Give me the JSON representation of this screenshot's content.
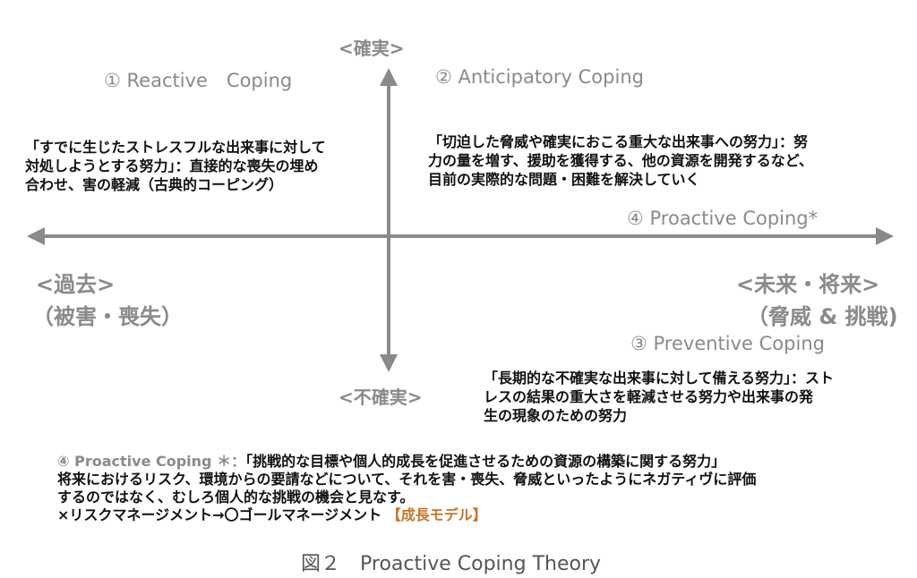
{
  "axes": {
    "top": "<確実>",
    "bottom": "<不確実>",
    "left_1": "<過去>",
    "left_2": "（被害・喪失）",
    "right_1": "<未来・将来>",
    "right_2": "（脅威 & 挑戦)"
  },
  "quadrants": {
    "q1": {
      "title": "① Reactive　Coping",
      "lines": [
        "「すでに生じたストレスフルな出来事に対して",
        "対処しようとする努力」：直接的な喪失の埋め",
        "合わせ、害の軽減（古典的コーピング）"
      ]
    },
    "q2": {
      "title": "② Anticipatory Coping",
      "lines": [
        "「切迫した脅威や確実におこる重大な出来事への努力」：努",
        "力の量を増す、援助を獲得する、他の資源を開発するなど、",
        "目前の実際的な問題・困難を解決していく"
      ]
    },
    "q3": {
      "title": "③ Preventive Coping",
      "lines": [
        "「長期的な不確実な出来事に対して備える努力」：スト",
        "レスの結果の重大さを軽減させる努力や出来事の発",
        "生の現象のための努力"
      ]
    },
    "q4": {
      "title": "④ Proactive Coping*"
    }
  },
  "footer": {
    "label": "④ Proactive Coping ＊：",
    "def": "「挑戦的な目標や個人的成長を促進させるための資源の構築に関する努力」",
    "line2": "将来におけるリスク、環境からの要請などについて、それを害・喪失、脅威といったようにネガティヴに評価",
    "line3": "するのではなく、むしろ個人的な挑戦の機会と見なす。",
    "line4_main": "×リスクマネージメント→〇ゴールマネージメント",
    "line4_accent": "【成長モデル】"
  },
  "caption": "図２　Proactive Coping Theory",
  "colors": {
    "axis": "#8a8a8a",
    "accent": "#c9732a",
    "text": "#111111"
  }
}
